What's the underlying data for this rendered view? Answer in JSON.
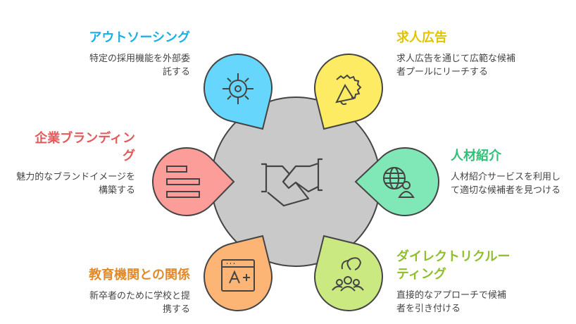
{
  "center": {
    "icon": "handshake-icon",
    "color": "#c9c9c9"
  },
  "items": [
    {
      "title": "アウトソーシング",
      "desc": "特定の採用機能を外部委託する",
      "color": "#1aafe6",
      "fill": "#66d6fc",
      "icon": "gear-icon"
    },
    {
      "title": "求人広告",
      "desc": "求人広告を通じて広範な候補者プールにリーチする",
      "color": "#e0c400",
      "fill": "#fdec63",
      "icon": "megaphone-icon"
    },
    {
      "title": "企業ブランディング",
      "desc": "魅力的なブランドイメージを構築する",
      "color": "#e35a5a",
      "fill": "#fc9d9a",
      "icon": "layout-bars-icon"
    },
    {
      "title": "人材紹介",
      "desc": "人材紹介サービスを利用して適切な候補者を見つける",
      "color": "#2fbf76",
      "fill": "#80e8b6",
      "icon": "globe-user-icon"
    },
    {
      "title": "教育機関との関係",
      "desc": "新卒者のために学校と提携する",
      "color": "#e08a2e",
      "fill": "#fdb575",
      "icon": "grade-a-plus-icon"
    },
    {
      "title": "ダイレクトリクルーティング",
      "desc": "直接的なアプローチで候補者を引き付ける",
      "color": "#8fbf2a",
      "fill": "#cbe981",
      "icon": "people-hook-icon"
    }
  ]
}
